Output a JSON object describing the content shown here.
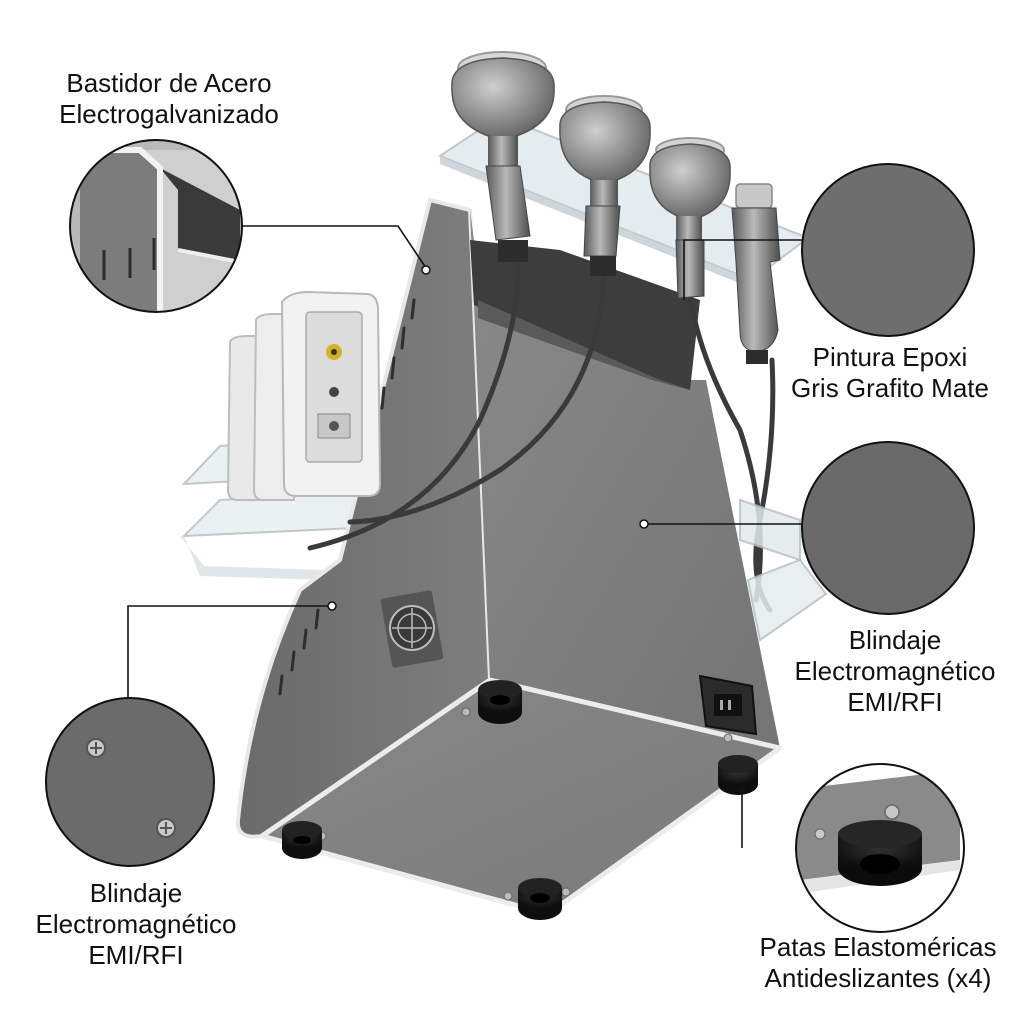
{
  "callouts": {
    "frame": {
      "line1": "Bastidor de Acero",
      "line2": "Electrogalvanizado"
    },
    "paint": {
      "line1": "Pintura Epoxi",
      "line2": "Gris Grafito Mate"
    },
    "shield_right": {
      "line1": "Blindaje",
      "line2": "Electromagnético",
      "line3": "EMI/RFI"
    },
    "shield_left": {
      "line1": "Blindaje",
      "line2": "Electromagnético",
      "line3": "EMI/RFI"
    },
    "feet": {
      "line1": "Patas Elastoméricas",
      "line2": "Antideslizantes (x4)"
    }
  },
  "colors": {
    "body": "#7a7a7a",
    "body_dark": "#626262",
    "body_light": "#8c8c8c",
    "edge": "#e6e6e6",
    "acrylic": "#dfe6ea",
    "cable": "#3a3a3a",
    "foot": "#1c1c1c",
    "leader": "#111111"
  }
}
